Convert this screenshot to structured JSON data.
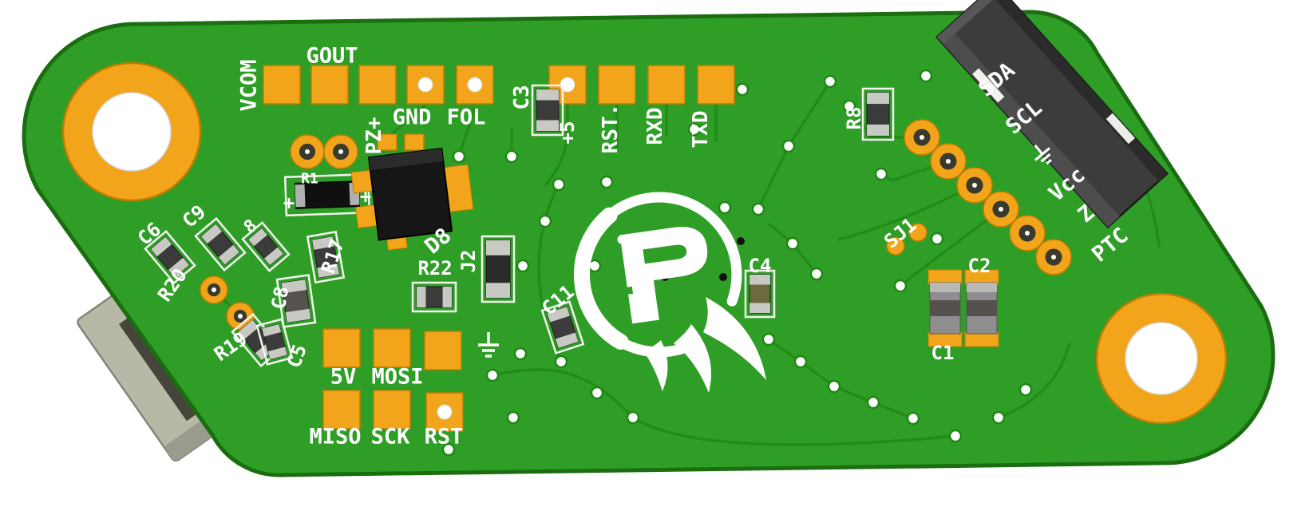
{
  "colors": {
    "board_green": "#2f9e27",
    "board_edge": "#1a6e10",
    "trace_green": "#1f8714",
    "pad_gold": "#f2a51a",
    "pad_gold_edge": "#c07c00",
    "silkscreen_white": "#ffffff",
    "connector_black": "#3c3c3c",
    "connector_grey": "#b7b8a6",
    "background": "#ffffff"
  },
  "icons": {
    "ground": "earth-ground-symbol",
    "logo": "flame-p-logo"
  },
  "silkscreen": {
    "vcom": "VCOM",
    "gout": "GOUT",
    "pz_plus": "PZ+",
    "gnd": "GND",
    "fol": "FOL",
    "c3": "C3",
    "plus5": "+5",
    "rst_top": "RST.",
    "rxd": "RXD",
    "txd": "TXD",
    "r8": "R8",
    "sda": "SDA",
    "scl": "SCL",
    "vcc": "Vcc",
    "z": "Z",
    "ptc": "PTC",
    "sj1": "SJ1",
    "c2": "C2",
    "c1": "C1",
    "c4": "C4",
    "c11": "C11",
    "r22": "R22",
    "j2": "J2",
    "d8": "D8",
    "r17": "R17",
    "c8": "C8",
    "c9": "C9",
    "c6": "C6",
    "r20": "R20",
    "r19": "R19",
    "c5": "C5",
    "digit8": "8",
    "r1": "R1",
    "plus_left": "+",
    "plus_right": "+",
    "v5": "5V",
    "mosi": "MOSI",
    "miso": "MISO",
    "sck": "SCK",
    "rst_bottom": "RST"
  }
}
